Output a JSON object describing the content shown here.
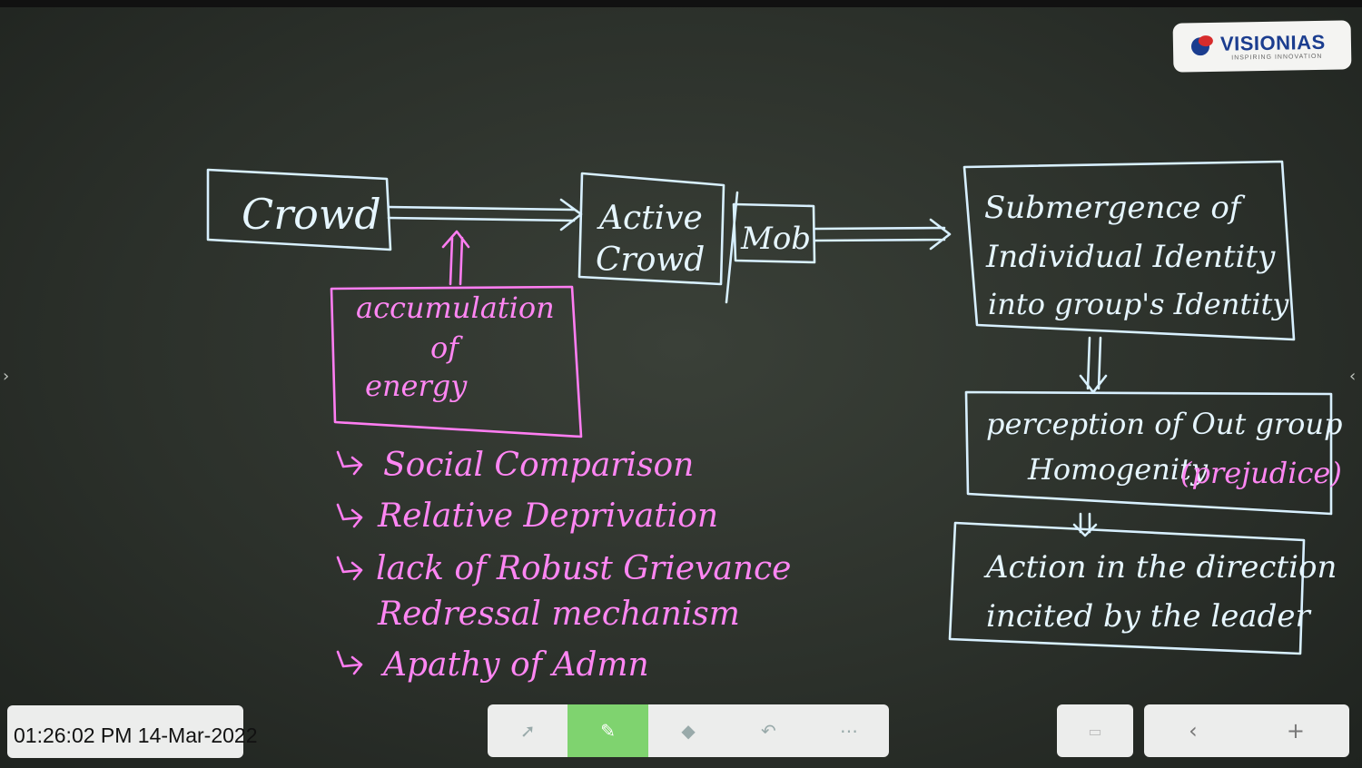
{
  "logo": {
    "name": "VISIONIAS",
    "tagline": "INSPIRING INNOVATION"
  },
  "diagram": {
    "crowd": "Crowd",
    "active_crowd": [
      "Active",
      "Crowd"
    ],
    "mob": "Mob",
    "energy": [
      "accumulation",
      "of",
      "energy"
    ],
    "causes": [
      "Social Comparison",
      "Relative Deprivation",
      "lack of Robust Grievance",
      "Redressal mechanism",
      "Apathy of Admn"
    ],
    "submergence": [
      "Submergence of",
      "Individual Identity",
      "into group's Identity"
    ],
    "perception_line1": "perception of Out group",
    "perception_line2": "Homogenity",
    "prejudice": "(prejudice)",
    "action": [
      "Action in the direction",
      "incited by the leader"
    ]
  },
  "colors": {
    "chalk_blue": "#d8f0ff",
    "chalk_pink": "#ff7df2",
    "board": "#2f342e"
  },
  "toolbar": {
    "timestamp": "01:26:02 PM 14-Mar-2022",
    "tools": [
      "cursor-icon",
      "pen-icon",
      "eraser-icon",
      "undo-icon",
      "more-icon"
    ],
    "active_tool": "pen-icon"
  },
  "nav": {
    "prev": "‹",
    "next": "+"
  }
}
